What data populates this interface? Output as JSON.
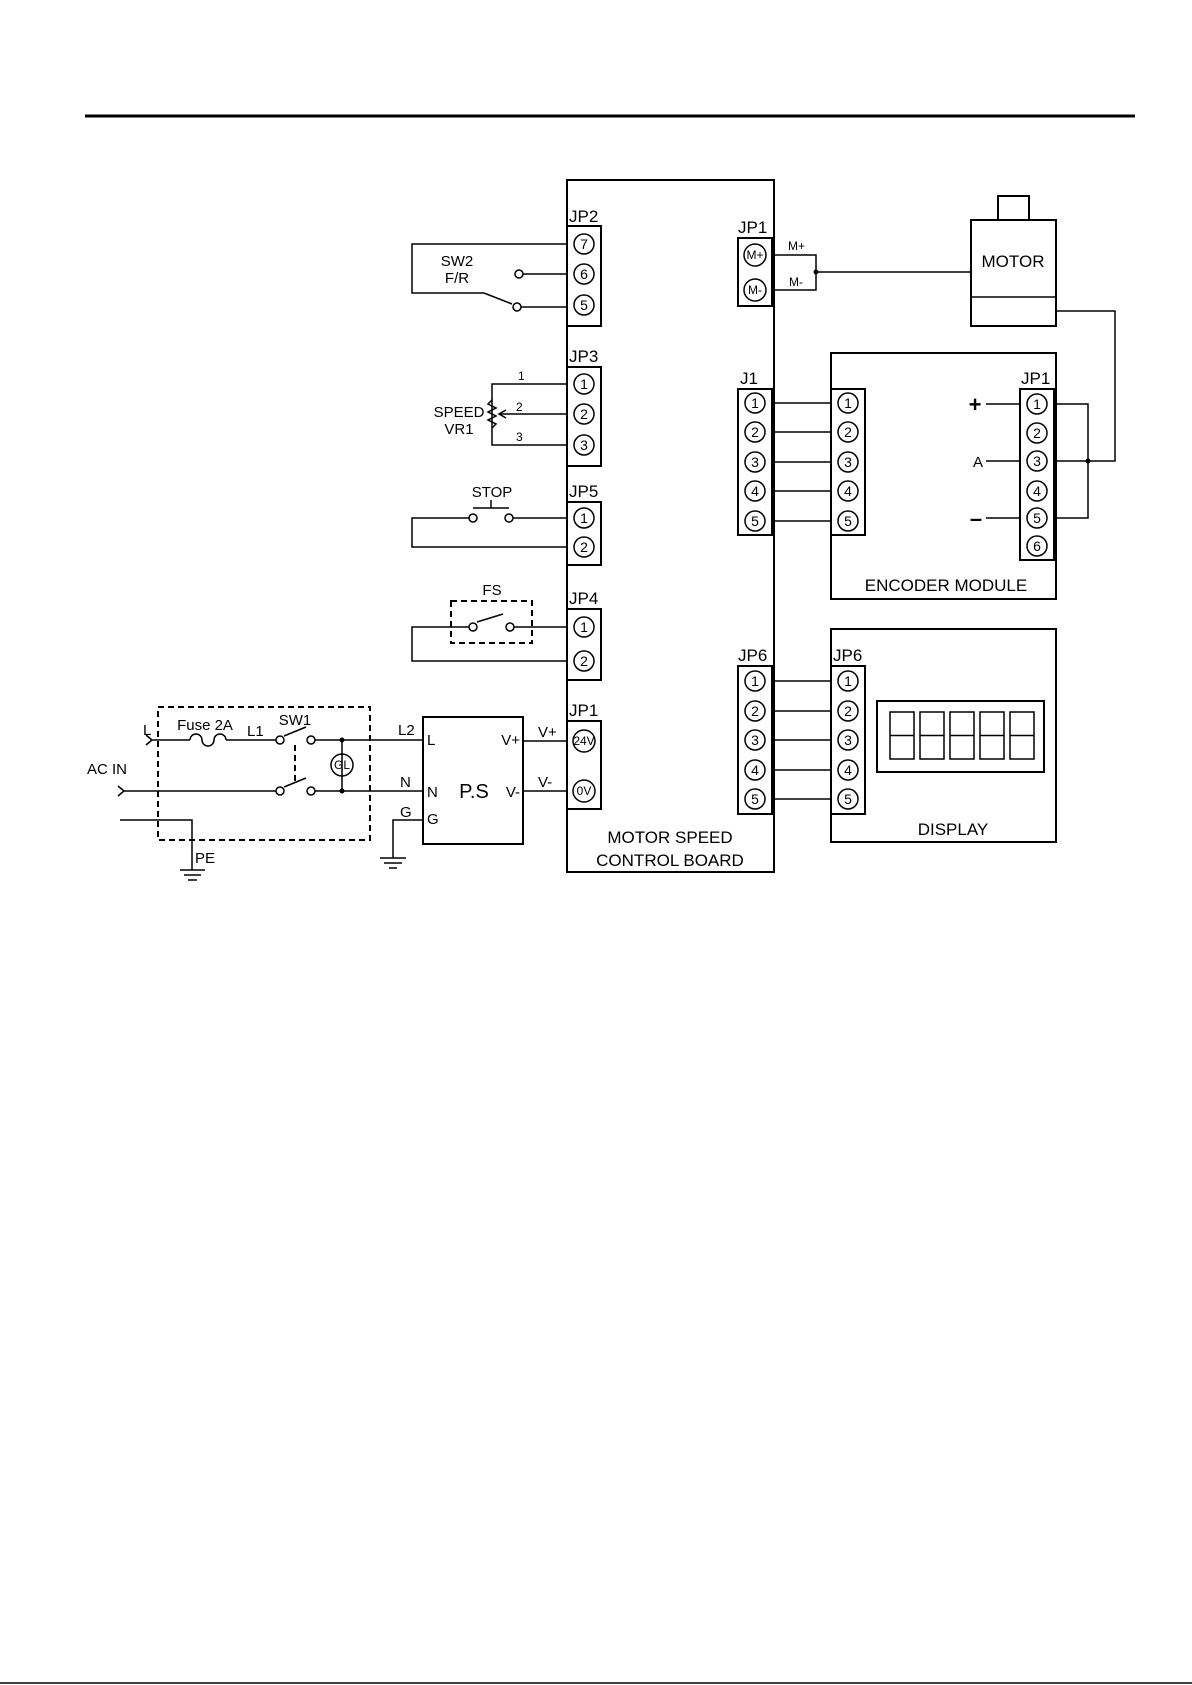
{
  "board": {
    "title_line1": "MOTOR SPEED",
    "title_line2": "CONTROL BOARD",
    "jp2": {
      "label": "JP2",
      "pins": [
        "7",
        "6",
        "5"
      ]
    },
    "jp3": {
      "label": "JP3",
      "pins": [
        "1",
        "2",
        "3"
      ]
    },
    "jp5": {
      "label": "JP5",
      "pins": [
        "1",
        "2"
      ]
    },
    "jp4": {
      "label": "JP4",
      "pins": [
        "1",
        "2"
      ]
    },
    "jp1_power": {
      "label": "JP1",
      "pins": [
        "24V",
        "0V"
      ]
    },
    "jp1_motor": {
      "label": "JP1",
      "pins": [
        "M+",
        "M-"
      ]
    },
    "j1": {
      "label": "J1",
      "pins": [
        "1",
        "2",
        "3",
        "4",
        "5"
      ]
    },
    "jp6": {
      "label": "JP6",
      "pins": [
        "1",
        "2",
        "3",
        "4",
        "5"
      ]
    }
  },
  "motor": {
    "label": "MOTOR",
    "wire_plus": "M+",
    "wire_minus": "M-"
  },
  "encoder": {
    "title": "ENCODER MODULE",
    "left_pins": [
      "1",
      "2",
      "3",
      "4",
      "5"
    ],
    "jp1": {
      "label": "JP1",
      "pins": [
        "1",
        "2",
        "3",
        "4",
        "5",
        "6"
      ]
    },
    "sig_plus": "+",
    "sig_a": "A",
    "sig_minus": "–"
  },
  "display": {
    "title": "DISPLAY",
    "jp6": {
      "label": "JP6",
      "pins": [
        "1",
        "2",
        "3",
        "4",
        "5"
      ]
    },
    "digit_count": 5
  },
  "switches": {
    "sw2_line1": "SW2",
    "sw2_line2": "F/R",
    "vr1_line1": "SPEED",
    "vr1_line2": "VR1",
    "vr1_pins": [
      "1",
      "2",
      "3"
    ],
    "stop": "STOP",
    "fs": "FS"
  },
  "power": {
    "ac_in": "AC IN",
    "l": "L",
    "fuse": "Fuse 2A",
    "l1": "L1",
    "sw1": "SW1",
    "gl": "GL",
    "pe": "PE",
    "l2": "L2",
    "n": "N",
    "g": "G",
    "ps_title": "P.S",
    "ps_l": "L",
    "ps_n": "N",
    "ps_g": "G",
    "ps_vplus": "V+",
    "ps_vminus": "V-",
    "vplus": "V+",
    "vminus": "V-"
  }
}
